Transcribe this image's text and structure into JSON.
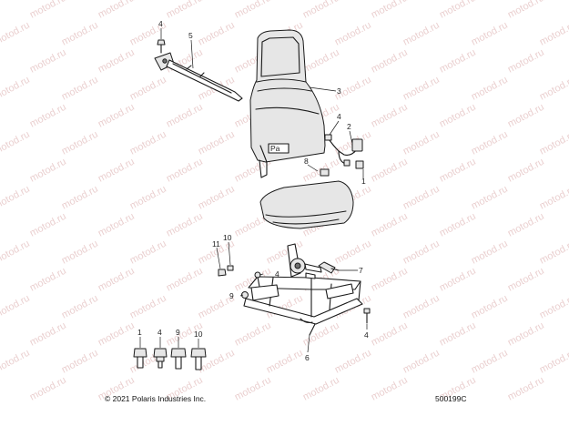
{
  "watermark": "motod.ru",
  "footer": {
    "copyright": "© 2021 Polaris Industries Inc.",
    "diagram_code": "500199C"
  },
  "callouts": {
    "c1_conn": "1",
    "c2_conn": "2",
    "c3_back": "3",
    "c4_top": "4",
    "c4_harness": "4",
    "c4_mid": "4",
    "c4_right": "4",
    "c5_belt": "5",
    "c6_frame": "6",
    "c7_lever": "7",
    "c8_conn": "8",
    "c9_bolt": "9",
    "c10_left": "10",
    "c11_left": "11",
    "legend_1": "1",
    "legend_4": "4",
    "legend_9": "9",
    "legend_10": "10"
  }
}
